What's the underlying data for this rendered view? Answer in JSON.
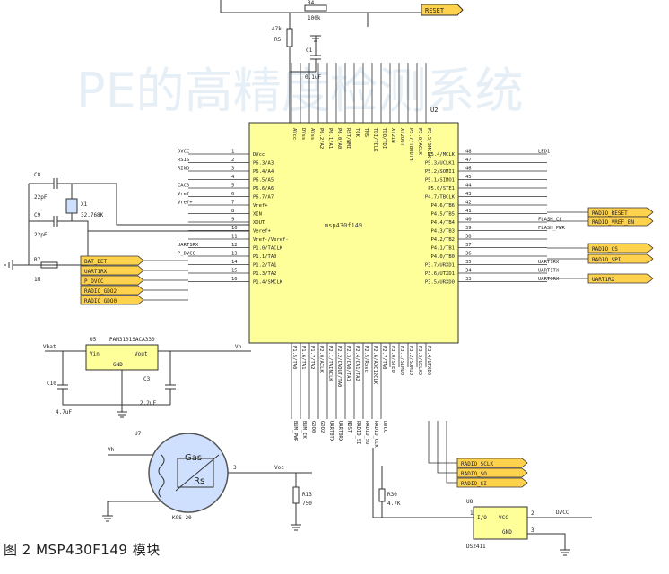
{
  "watermark": "PE的高精度检测系统",
  "caption": "图 2  MSP430F149 模块",
  "mcu": {
    "ref": "U2",
    "part": "msp430f149",
    "left_pins": [
      {
        "num": "1",
        "name": "DVcc",
        "net": "DVCC"
      },
      {
        "num": "2",
        "name": "P6.3/A3",
        "net": "RSIS"
      },
      {
        "num": "3",
        "name": "P6.4/A4",
        "net": "RINO"
      },
      {
        "num": "4",
        "name": "P6.5/A5",
        "net": ""
      },
      {
        "num": "5",
        "name": "P6.6/A6",
        "net": "CAC0"
      },
      {
        "num": "6",
        "name": "P6.7/A7",
        "net": "Vref"
      },
      {
        "num": "7",
        "name": "Vref+",
        "net": "Vref+"
      },
      {
        "num": "8",
        "name": "XIN",
        "net": ""
      },
      {
        "num": "9",
        "name": "XOUT",
        "net": ""
      },
      {
        "num": "10",
        "name": "Veref+",
        "net": ""
      },
      {
        "num": "11",
        "name": "Vref-/Veref-",
        "net": ""
      },
      {
        "num": "12",
        "name": "P1.0/TACLK",
        "net": "UART1RX"
      },
      {
        "num": "13",
        "name": "P1.1/TA0",
        "net": "P_DVCC"
      },
      {
        "num": "14",
        "name": "P1.2/TA1",
        "net": ""
      },
      {
        "num": "15",
        "name": "P1.3/TA2",
        "net": ""
      },
      {
        "num": "16",
        "name": "P1.4/SMCLK",
        "net": ""
      }
    ],
    "right_pins": [
      {
        "num": "48",
        "name": "P5.4/MCLK",
        "net": "LED1"
      },
      {
        "num": "47",
        "name": "P5.3/UCLK1",
        "net": ""
      },
      {
        "num": "46",
        "name": "P5.2/SOMI1",
        "net": ""
      },
      {
        "num": "45",
        "name": "P5.1/SIMO1",
        "net": ""
      },
      {
        "num": "44",
        "name": "P5.0/STE1",
        "net": ""
      },
      {
        "num": "43",
        "name": "P4.7/TBCLK",
        "net": ""
      },
      {
        "num": "42",
        "name": "P4.6/TB6",
        "net": ""
      },
      {
        "num": "41",
        "name": "P4.5/TB5",
        "net": ""
      },
      {
        "num": "40",
        "name": "P4.4/TB4",
        "net": "FLASH_CS"
      },
      {
        "num": "39",
        "name": "P4.3/TB3",
        "net": "FLASH_PWR"
      },
      {
        "num": "38",
        "name": "P4.2/TB2",
        "net": ""
      },
      {
        "num": "37",
        "name": "P4.1/TB1",
        "net": ""
      },
      {
        "num": "36",
        "name": "P4.0/TB0",
        "net": ""
      },
      {
        "num": "35",
        "name": "P3.7/URXD1",
        "net": "UART1RX"
      },
      {
        "num": "34",
        "name": "P3.6/UTXD1",
        "net": "UART1TX"
      },
      {
        "num": "33",
        "name": "P3.5/URXD0",
        "net": "UART0RX"
      }
    ],
    "top_pins": [
      "AVcc",
      "DVss",
      "AVss",
      "P6.2/A2",
      "P6.1/A1",
      "P6.0/A0",
      "RST/NMI",
      "TCK",
      "TMS",
      "TDI/TCLK",
      "TDO/TDI",
      "XT2IN",
      "XT2OUT",
      "P5.7/TBOUTH",
      "P5.6/ACLK",
      "P5.5/SMCLK"
    ],
    "bottom_pins": [
      "P1.5/TA0",
      "P1.6/TA1",
      "P1.7/TA2",
      "P2.0/ACLK",
      "P2.1/TAINCLK",
      "P2.2/CAOUT/TA0",
      "P2.3/CA0/TA1",
      "P2.4/CA1/TA2",
      "P2.5/Rosc",
      "P2.6/ADC12CLK",
      "P2.7/TA0",
      "P3.0/STE0",
      "P3.1/SIMO0",
      "P3.2/SOMI0",
      "P3.3/UCLK0",
      "P3.4/UTXD0"
    ]
  },
  "labels": {
    "left_tags": [
      "BAT_DET",
      "UART1RX",
      "P_DVCC",
      "RADIO_GDO2",
      "RADIO_GDO0"
    ],
    "right_tags": [
      "RADIO_RESET",
      "RADIO_VREF_EN",
      "RADIO_CS",
      "RADIO_SPI",
      "UART1RX"
    ],
    "bottom_tags": [
      "RADIO_SCLK",
      "RADIO_SO",
      "RADIO_SI"
    ],
    "top_tag": "RESET",
    "bottom_nets": [
      "BUM_PWR",
      "BUM_CK",
      "GDO0",
      "GDO2",
      "UART0TX",
      "UART0RX",
      "NOST",
      "RADIO_SI",
      "RADIO_SO",
      "RADIO_CLK",
      "DVCC"
    ]
  },
  "passives": {
    "r4": "R4",
    "r4_val": "100k",
    "r5": "R5",
    "r5_val": "47k",
    "c1": "C1",
    "c1_val": "0.1uF",
    "c8": "C8",
    "c8_val": "22pF",
    "c9": "C9",
    "c9_val": "22pF",
    "x1": "X1",
    "x1_val": "32.768K",
    "r7": "R7",
    "r7_val": "1M",
    "c10": "C10",
    "c10_val": "4.7uF",
    "c3": "C3",
    "c3_val": "2.2uF",
    "r13": "R13",
    "r13_val": "750",
    "r30": "R30",
    "r30_val": "4.7K"
  },
  "regulator": {
    "ref": "U5",
    "part": "PAM3101SACA330",
    "vin": "Vin",
    "vout": "Vout",
    "gnd": "GND",
    "in_net": "Vbat",
    "out_net": "Vh"
  },
  "sensor": {
    "ref": "U7",
    "part": "KGS-20",
    "vh": "Vh",
    "gas": "Gas",
    "rs": "Rs",
    "pin": "3",
    "out_net": "Voc"
  },
  "ds": {
    "ref": "U8",
    "part": "DS2411",
    "io": "I/O",
    "vcc": "VCC",
    "gnd": "GND",
    "pin_io": "1",
    "pin_vcc": "2",
    "pin_gnd": "3",
    "net": "DVCC"
  }
}
